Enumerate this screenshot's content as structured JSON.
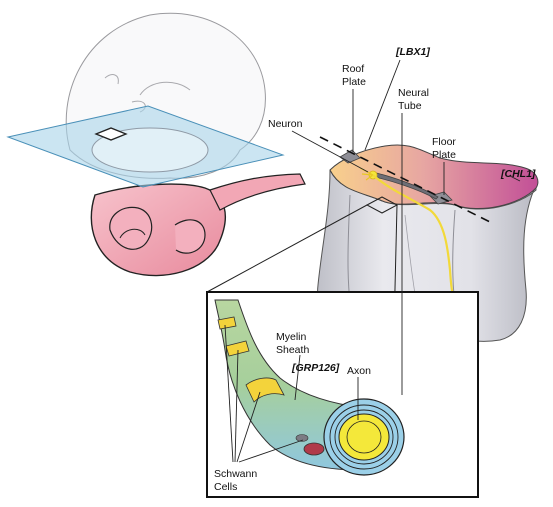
{
  "labels": {
    "roof_plate": [
      "Roof",
      "Plate"
    ],
    "lbx1": "[LBX1]",
    "neural_tube": [
      "Neural",
      "Tube"
    ],
    "neuron": "Neuron",
    "floor_plate": [
      "Floor",
      "Plate"
    ],
    "chl1": "[CHL1]",
    "myelin_sheath": [
      "Myelin",
      "Sheath"
    ],
    "grp126": "[GRP126]",
    "axon": "Axon",
    "schwann_cells": [
      "Schwann",
      "Cells"
    ]
  },
  "colors": {
    "embryo_pink": "#f2a7b5",
    "plane_blue": "#a9d4ea",
    "tube_gradient_left": "#f6c98c",
    "tube_gradient_right": "#c7529a",
    "tube_gray": "#d5d5dc",
    "myelin_green": "#a9c98d",
    "myelin_blue": "#9bd0e8",
    "axon_yellow": "#f4e83a",
    "schwann_yellow": "#f3d33b"
  }
}
